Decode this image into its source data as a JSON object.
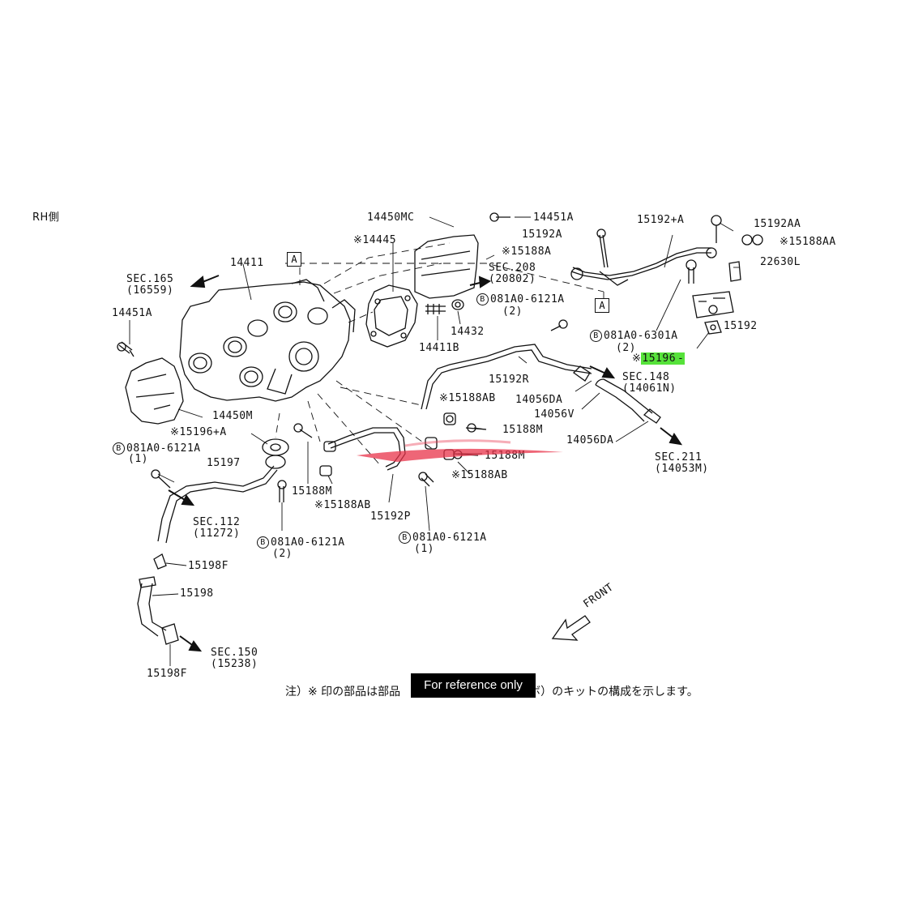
{
  "header": {
    "side_label": "RH側"
  },
  "callout_a": "A",
  "callout_b": "B",
  "front_label": "FRONT",
  "banner_text": "For reference only",
  "note": {
    "left": "注）※ 印の部品は部品",
    "right": "スケットキットターボ）のキットの構成を示します。"
  },
  "parts": {
    "p14450MC": "14450MC",
    "p14451A_top": "14451A",
    "p15192A_plus": "15192+A",
    "p15192AA": "15192AA",
    "p15192A": "15192A",
    "p15188AA": "※15188AA",
    "p14445": "※14445",
    "p15188A": "※15188A",
    "p22630L": "22630L",
    "p14411": "14411",
    "p14432": "14432",
    "p14411B": "14411B",
    "p15192": "15192",
    "p14451A_left": "14451A",
    "p15192R": "15192R",
    "p15196_prefix": "※",
    "p15196": "15196",
    "p15188AB_a": "※15188AB",
    "p14056DA_a": "14056DA",
    "p14056V": "14056V",
    "p15188M_a": "15188M",
    "p14056DA_b": "14056DA",
    "p14450M": "14450M",
    "p15196A": "※15196+A",
    "p15197": "15197",
    "p15188M_b": "15188M",
    "p15188AB_b": "※15188AB",
    "p15188M_c": "15188M",
    "p15188AB_c": "※15188AB",
    "p15192P": "15192P",
    "p15198F_a": "15198F",
    "p15198": "15198",
    "p15198F_b": "15198F"
  },
  "bolts": {
    "b1_code": "081A0-6121A",
    "b1_qty": "(2)",
    "b2_code": "081A0-6301A",
    "b2_qty": "(2)",
    "b3_code": "081A0-6121A",
    "b3_qty": "(1)",
    "b4_code": "081A0-6121A",
    "b4_qty": "(2)",
    "b5_code": "081A0-6121A",
    "b5_qty": "(1)"
  },
  "sections": {
    "s165": "SEC.165",
    "s165_ref": "(16559)",
    "s208": "SEC.208",
    "s208_ref": "(20802)",
    "s148": "SEC.148",
    "s148_ref": "(14061N)",
    "s211": "SEC.211",
    "s211_ref": "(14053M)",
    "s112": "SEC.112",
    "s112_ref": "(11272)",
    "s150": "SEC.150",
    "s150_ref": "(15238)"
  },
  "colors": {
    "highlight": "#56e23a",
    "watermark": "#e8334a",
    "line": "#111111"
  }
}
